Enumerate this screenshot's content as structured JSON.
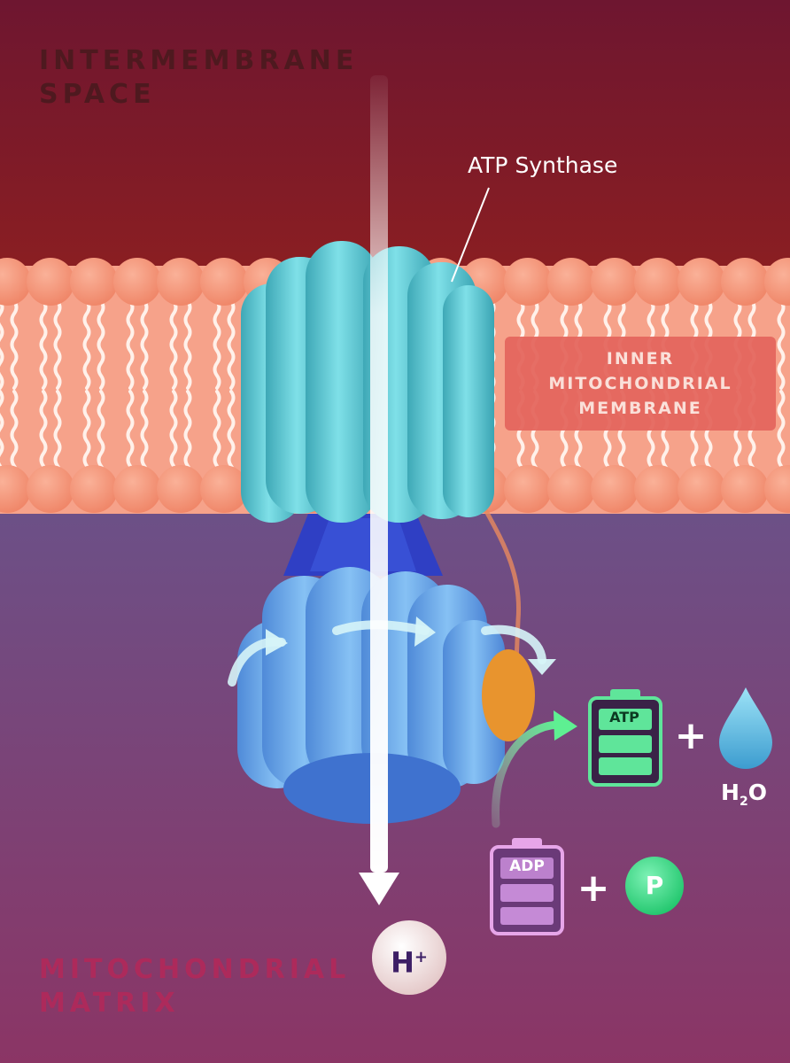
{
  "regions": {
    "intermembrane_space": "INTERMEMBRANE\nSPACE",
    "inner_membrane": "INNER\nMITOCHONDRIAL\nMEMBRANE",
    "matrix": "MITOCHONDRIAL\nMATRIX"
  },
  "enzyme": {
    "label": "ATP Synthase"
  },
  "molecules": {
    "atp": "ATP",
    "adp": "ADP",
    "phosphate": "P",
    "plus": "+",
    "water": {
      "base": "H",
      "sub": "2",
      "tail": "O"
    },
    "proton": {
      "base": "H",
      "sup": "+"
    }
  },
  "colors": {
    "intermembrane_top": "#6e1630",
    "intermembrane_bottom": "#8a1e22",
    "membrane_head": "#f49276",
    "matrix_top": "#6c5087",
    "matrix_bottom": "#8b3565",
    "rotor_cyan": "#56c6d2",
    "stator_blue": "#6aa9ea",
    "stalk_blue": "#2f3fc4",
    "atp_green": "#5fe59a",
    "adp_purple": "#e7a6e9",
    "water_blue": "#66c3e8"
  }
}
